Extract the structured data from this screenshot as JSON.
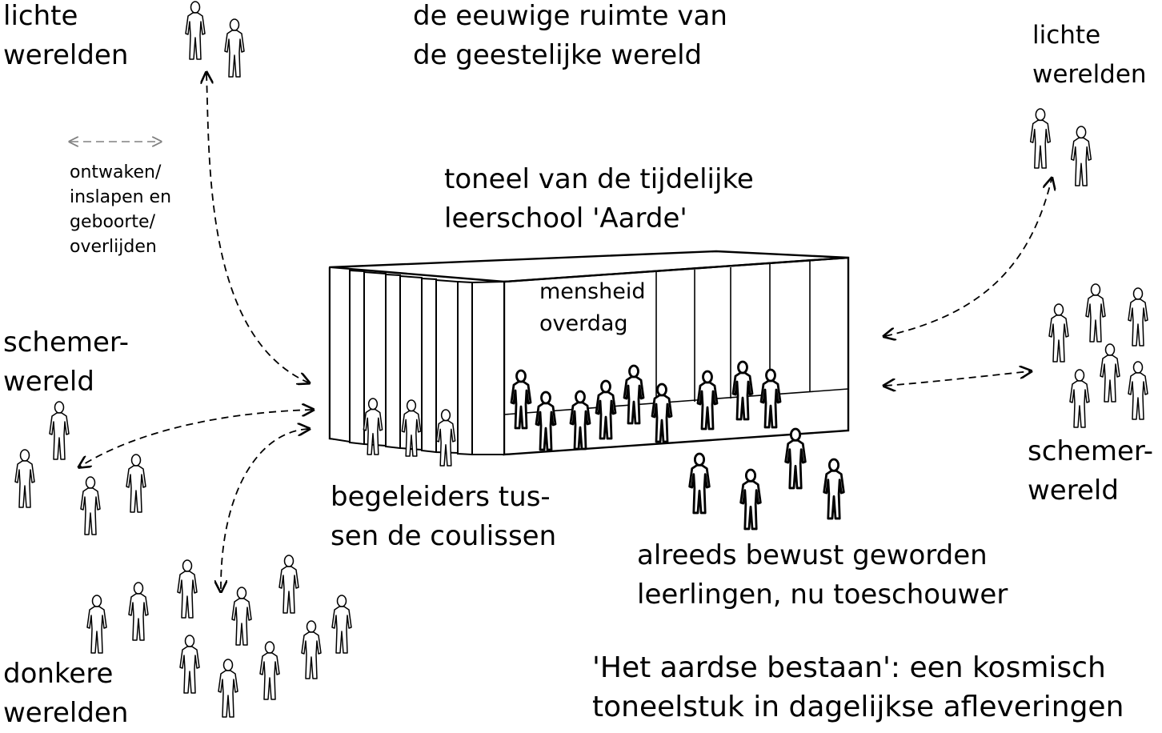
{
  "labels": {
    "lichte_werelden_left": [
      "lichte",
      "werelden"
    ],
    "eeuwige_ruimte": [
      "de eeuwige ruimte van",
      "de geestelijke wereld"
    ],
    "lichte_werelden_right": [
      "lichte",
      "werelden"
    ],
    "legend": [
      "ontwaken/",
      "inslapen en",
      "geboorte/",
      "overlijden"
    ],
    "toneel": [
      "toneel van de tijdelijke",
      "leerschool 'Aarde'"
    ],
    "mensheid": [
      "mensheid",
      "overdag"
    ],
    "schemer_left": [
      "schemer-",
      "wereld"
    ],
    "schemer_right": [
      "schemer-",
      "wereld"
    ],
    "begeleiders": [
      "begeleiders tus-",
      "sen de coulissen"
    ],
    "alreeds": [
      "alreeds bewust geworden",
      "leerlingen, nu toeschouwer"
    ],
    "donkere": [
      "donkere",
      "werelden"
    ],
    "caption": [
      "'Het aardse bestaan': een kosmisch",
      "toneelstuk in dagelijkse afleveringen"
    ]
  },
  "icons": {
    "figure": "person-outline-icon",
    "arrow": "dashed-double-arrow-icon"
  },
  "colors": {
    "ink": "#000000",
    "legend_arrow": "#808080",
    "background": "#ffffff"
  }
}
